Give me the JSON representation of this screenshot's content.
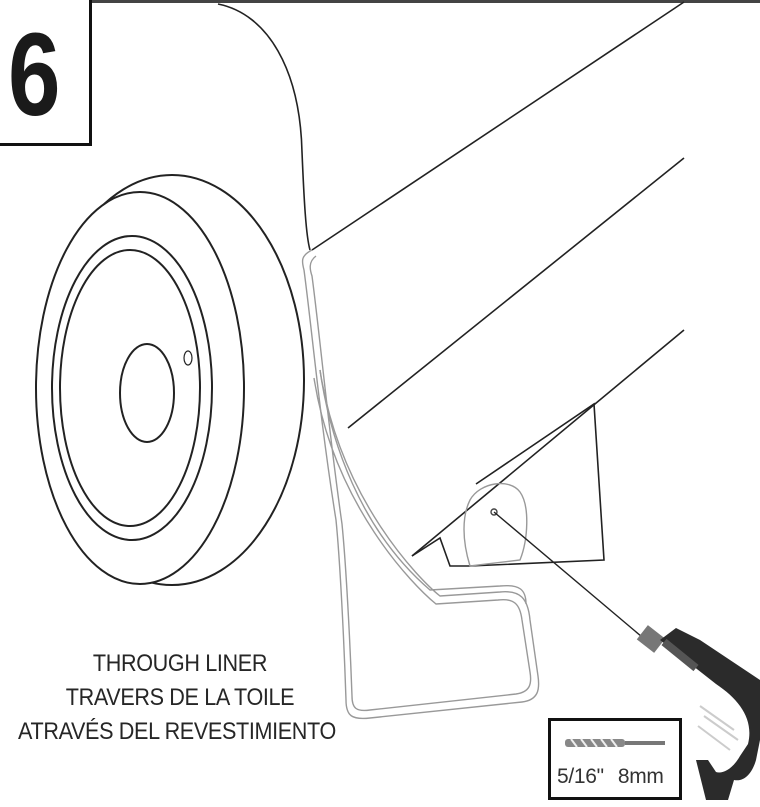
{
  "step": {
    "number": "6"
  },
  "caption": {
    "english": "THROUGH LINER",
    "french": "TRAVERS DE LA TOILE",
    "spanish": "ATRAVÉS DEL REVESTIMIENTO"
  },
  "drill_bit": {
    "size_imperial": "5/16\"",
    "size_metric": "8mm"
  },
  "icons": [
    "drill-icon",
    "drill-bit-icon",
    "wheel-icon",
    "mud-flap-liner-icon"
  ]
}
